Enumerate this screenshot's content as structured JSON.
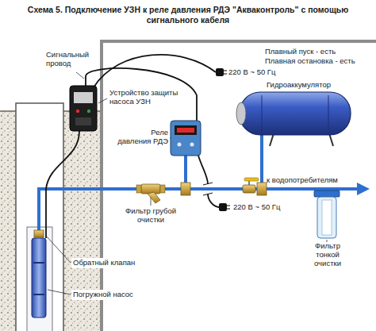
{
  "diagram": {
    "title": "Схема 5. Подключение УЗН к реле давления РДЭ \"Акваконтроль\" с помощью сигнального кабеля",
    "labels": [
      "Сигнальный провод",
      "Устройство защиты насоса УЗН",
      "Плавный пуск - есть",
      "Плавная остановка - есть",
      "220 В ~ 50 Гц",
      "Гидроаккумулятор",
      "Реле давления РДЭ",
      "к водопотребителям",
      "220 В ~ 50 Гц",
      "Фильтр грубой очистки",
      "Фильтр тонкой очистки",
      "Обратный клапан",
      "Погружной насос"
    ]
  }
}
